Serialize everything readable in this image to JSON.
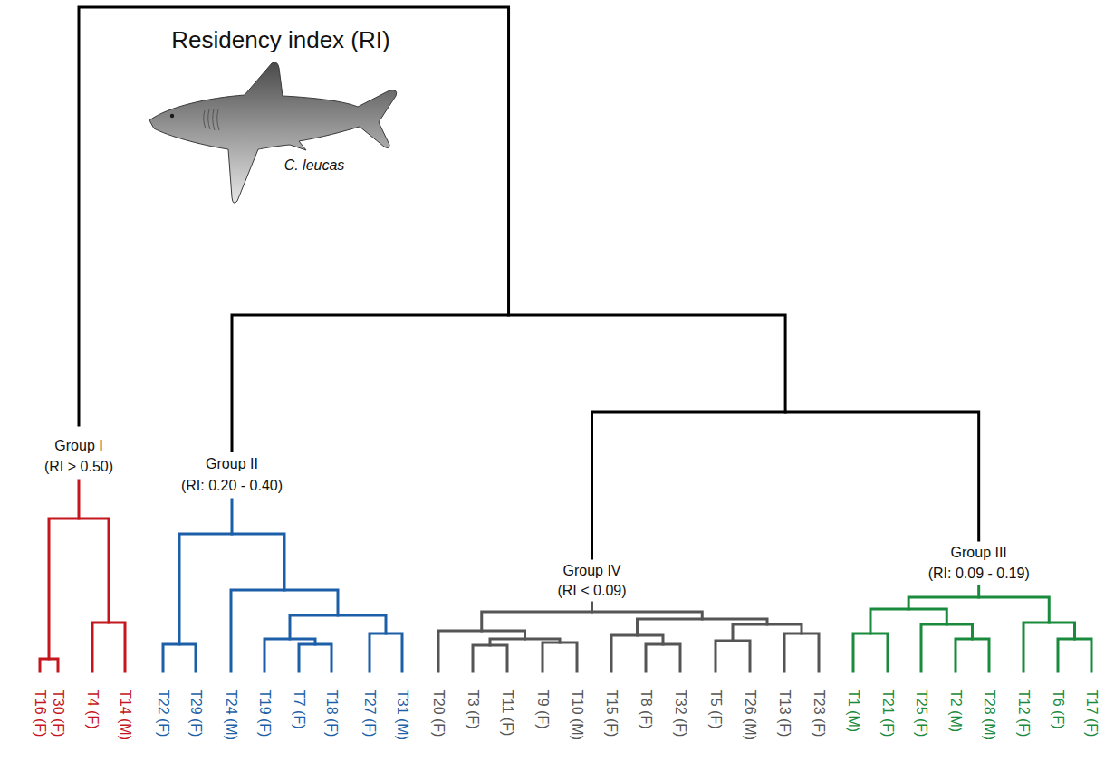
{
  "diagram": {
    "title": "Residency index (RI)",
    "labels": [
      "C. leucas",
      "Group I",
      "(RI > 0.50)",
      "Group II",
      "(RI: 0.20 - 0.40)",
      "Group IV",
      "(RI < 0.09)",
      "Group III",
      "(RI: 0.09 - 0.19)",
      "T16 (F)",
      "T30 (F)",
      "T4 (F)",
      "T14 (M)",
      "T22 (F)",
      "T29 (F)",
      "T24 (M)",
      "T19 (F)",
      "T7 (F)",
      "T18 (F)",
      "T27 (F)",
      "T31 (M)",
      "T20 (F)",
      "T3 (F)",
      "T11 (F)",
      "T9 (F)",
      "T10 (M)",
      "T15 (F)",
      "T8 (F)",
      "T32 (F)",
      "T5 (F)",
      "T26 (M)",
      "T13 (F)",
      "T23 (F)",
      "T1 (M)",
      "T21 (F)",
      "T25 (F)",
      "T2 (M)",
      "T28 (M)",
      "T12 (F)",
      "T6 (F)",
      "T17 (F)"
    ]
  }
}
